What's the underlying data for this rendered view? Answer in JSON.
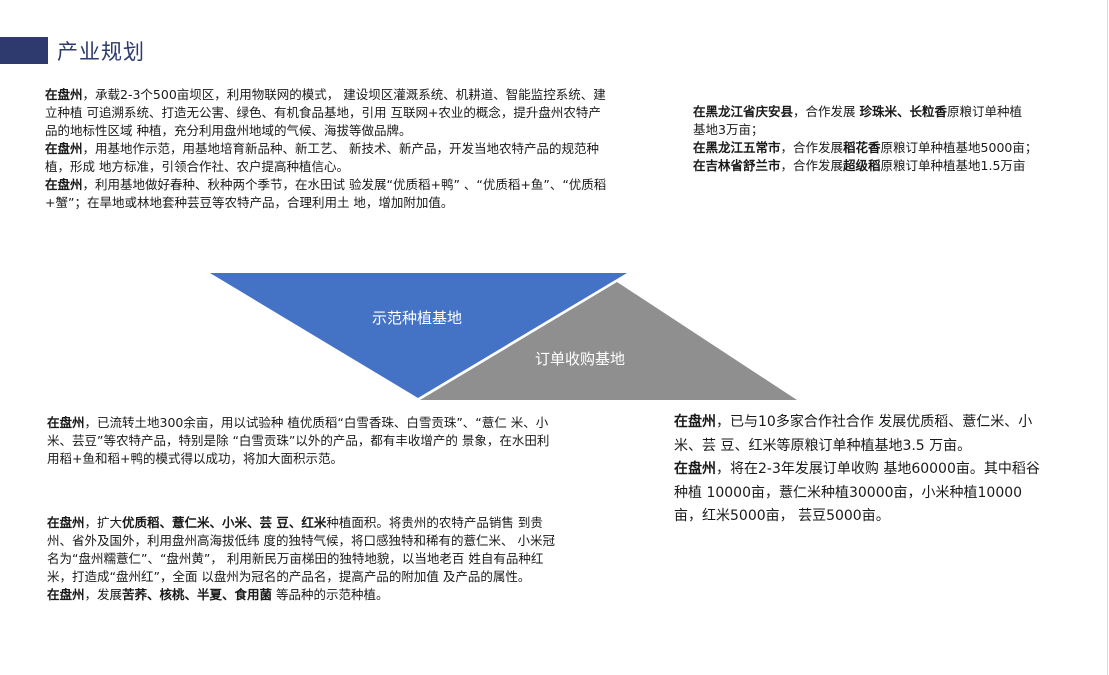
{
  "header": {
    "title": "产业规划"
  },
  "top_left": [
    [
      {
        "t": "在盘州",
        "b": true
      },
      {
        "t": "，承载2-3个500亩坝区，利用物联网的模式， 建设坝区灌溉系统、机耕道、智能监控系统、建立种植 可追溯系统、打造无公害、绿色、有机食品基地，引用 互联网+农业的概念，提升盘州农特产品的地标性区域 种植，充分利用盘州地域的气候、海拔等做品牌。",
        "b": false
      }
    ],
    [
      {
        "t": "在盘州",
        "b": true
      },
      {
        "t": "，用基地作示范，用基地培育新品种、新工艺、 新技术、新产品，开发当地农特产品的规范种植，形成 地方标准，引领合作社、农户提高种植信心。",
        "b": false
      }
    ],
    [
      {
        "t": "在盘州",
        "b": true
      },
      {
        "t": "，利用基地做好春种、秋种两个季节，在水田试 验发展“优质稻+鸭” 、“优质稻+鱼”、“优质稻+蟹”；在旱地或林地套种芸豆等农特产品，合理利用土 地，增加附加值。",
        "b": false
      }
    ]
  ],
  "top_right": [
    [
      {
        "t": "在黑龙江省庆安县",
        "b": true
      },
      {
        "t": "，合作发展 ",
        "b": false
      },
      {
        "t": "珍珠米、长粒香",
        "b": true
      },
      {
        "t": "原粮订单种植 基地3万亩；",
        "b": false
      }
    ],
    [
      {
        "t": "在黑龙江五常市",
        "b": true
      },
      {
        "t": "，合作发展",
        "b": false
      },
      {
        "t": "稻花香",
        "b": true
      },
      {
        "t": "原粮订单种植基地5000亩； ",
        "b": false
      },
      {
        "t": "在吉林省舒兰市",
        "b": true
      },
      {
        "t": "，合作发展",
        "b": false
      },
      {
        "t": "超级稻",
        "b": true
      },
      {
        "t": "原粮订单种植基地1.5万亩",
        "b": false
      }
    ]
  ],
  "diagram": {
    "label_demo": "示范种植基地",
    "label_order": "订单收购基地",
    "colors": {
      "demo": "#4472c4",
      "order": "#8f8f8f"
    }
  },
  "mid_left": [
    [
      {
        "t": "在盘州",
        "b": true
      },
      {
        "t": "，已流转土地300余亩，用以试验种 植优质稻“白雪香珠、白雪贡珠”、“薏仁 米、小米、芸豆”等农特产品，特别是除 “白雪贡珠”以外的产品，都有丰收增产的 景象，在水田利用稻+鱼和稻+鸭的模式得以成功，将加大面积示范。",
        "b": false
      }
    ]
  ],
  "bottom_left": [
    [
      {
        "t": "在盘州",
        "b": true
      },
      {
        "t": "，扩大",
        "b": false
      },
      {
        "t": "优质稻、薏仁米、小米、芸 豆、红米",
        "b": true
      },
      {
        "t": "种植面积。将贵州的农特产品销售 到贵州、省外及国外，利用盘州高海拔低纬 度的独特气候，将口感独特和稀有的薏仁米、 小米冠名为“盘州糯薏仁”、“盘州黄”， 利用新民万亩梯田的独特地貌，以当地老百 姓自有品种红米，打造成“盘州红”，全面 以盘州为冠名的产品名，提高产品的附加值 及产品的属性。",
        "b": false
      }
    ],
    [
      {
        "t": "在盘州",
        "b": true
      },
      {
        "t": "，发展",
        "b": false
      },
      {
        "t": "苦荞、核桃、半夏、食用菌",
        "b": true
      },
      {
        "t": " 等品种的示范种植。",
        "b": false
      }
    ]
  ],
  "bottom_right": [
    [
      {
        "t": "在盘州",
        "b": true
      },
      {
        "t": "，已与10多家合作社合作 发展优质稻、薏仁米、小米、芸 豆、红米等原粮订单种植基地3.5 万亩。",
        "b": false
      }
    ],
    [
      {
        "t": "在盘州",
        "b": true
      },
      {
        "t": "，将在2-3年发展订单收购 基地60000亩。其中稻谷种植 10000亩，薏仁米种植30000亩，小米种植10000亩，红米5000亩， 芸豆5000亩。",
        "b": false
      }
    ]
  ]
}
